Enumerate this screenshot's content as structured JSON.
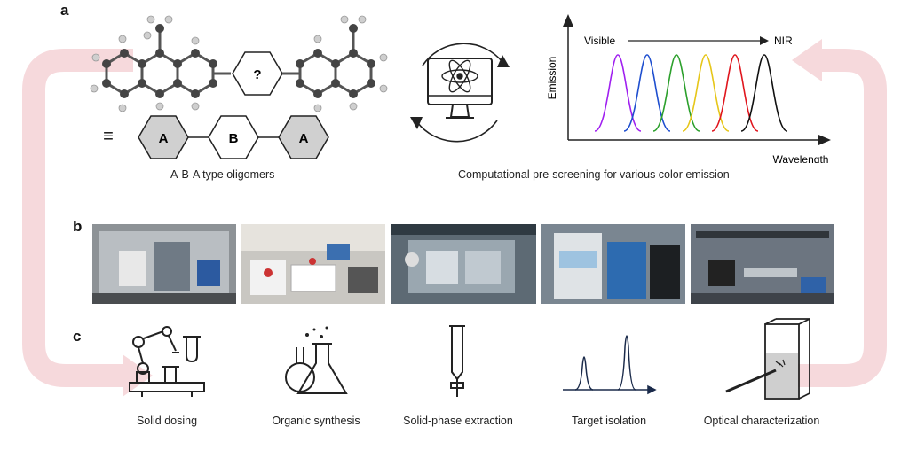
{
  "panels": {
    "a": "a",
    "b": "b",
    "c": "c"
  },
  "panel_a": {
    "unknown_ring": "?",
    "equiv_symbol": "≡",
    "hex_labels": [
      "A",
      "B",
      "A"
    ],
    "oligomer_caption": "A-B-A type oligomers",
    "screening_caption": "Computational pre-screening for various color emission",
    "spectrum": {
      "y_axis": "Emission",
      "x_axis": "Wavelength",
      "start_label": "Visible",
      "end_label": "NIR",
      "peak_colors": [
        "#a020f0",
        "#1f4fcf",
        "#2ca02c",
        "#e6c619",
        "#e0161e",
        "#111111"
      ]
    }
  },
  "panel_b": {
    "photos": [
      "photo-solid-dosing-robot",
      "photo-synthesis-station",
      "photo-extraction-deck",
      "photo-hplc-instrument",
      "photo-optical-bench"
    ]
  },
  "panel_c": {
    "steps": [
      {
        "label": "Solid dosing",
        "icon": "robot-arm-icon"
      },
      {
        "label": "Organic synthesis",
        "icon": "flasks-icon"
      },
      {
        "label": "Solid-phase extraction",
        "icon": "column-icon"
      },
      {
        "label": "Target isolation",
        "icon": "chromatogram-icon"
      },
      {
        "label": "Optical characterization",
        "icon": "cuvette-icon"
      }
    ]
  },
  "colors": {
    "loop_arrow": "#f6d9dc",
    "hex_fill": "#d0d0d0"
  }
}
